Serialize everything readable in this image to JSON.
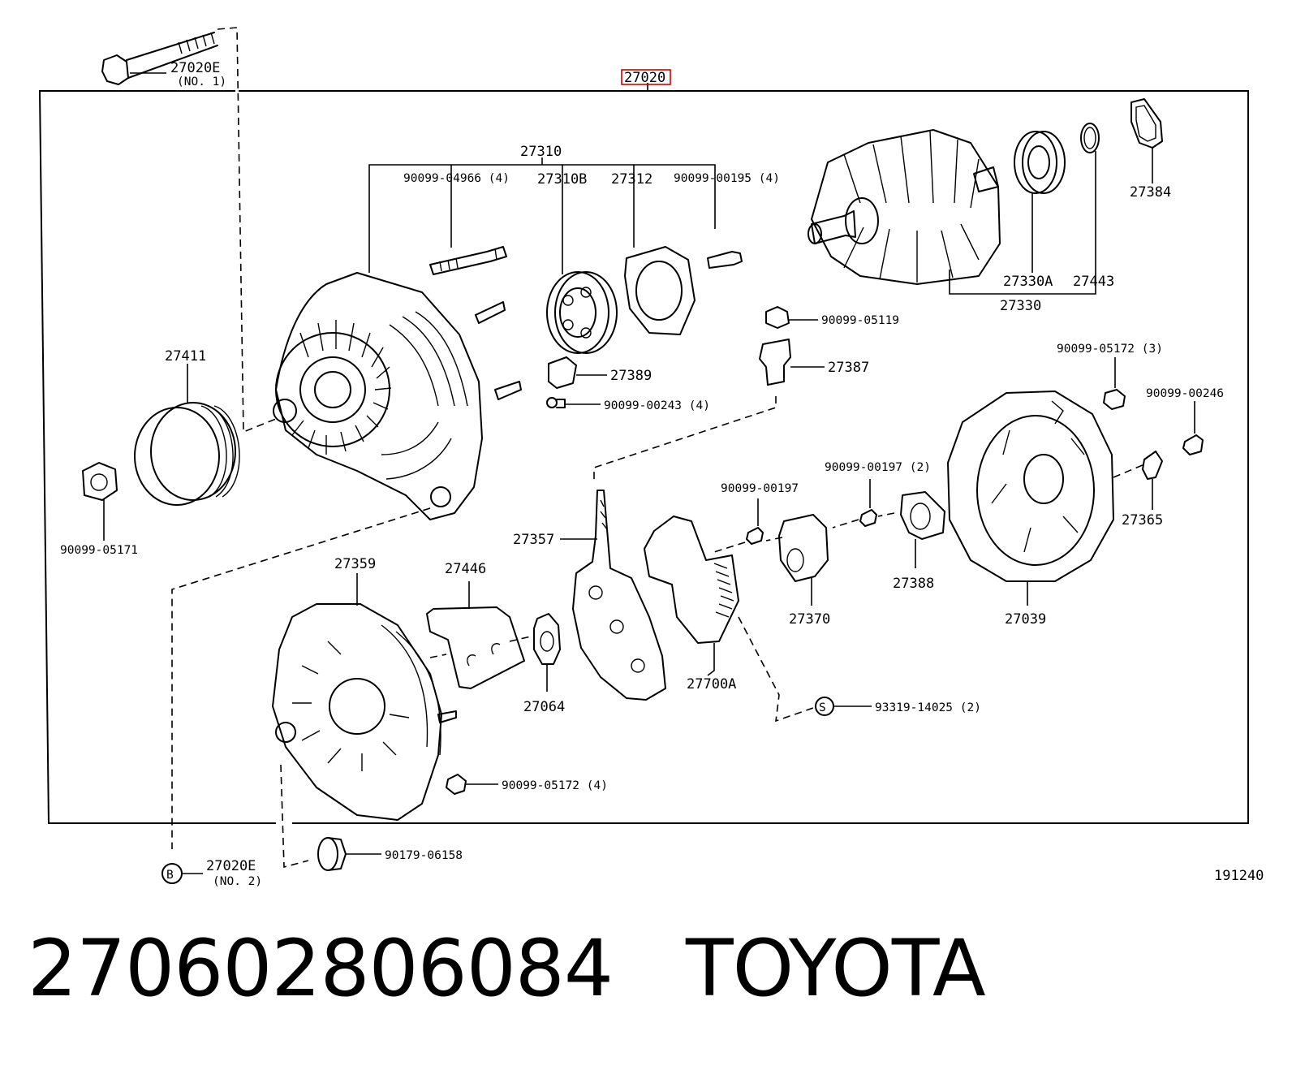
{
  "assembly": {
    "main_part": "27020"
  },
  "diagram_code": "191240",
  "callouts": {
    "bolt_no1": {
      "part": "27020E",
      "note": "(NO. 1)"
    },
    "bolt_no2": {
      "marker": "B",
      "part": "27020E",
      "note": "(NO. 2)"
    },
    "frame_group": "27310",
    "stud_bolt": "90099-04966 (4)",
    "bearing_front": "27310B",
    "retainer": "27312",
    "screw_top": "90099-00195 (4)",
    "pulley": "27411",
    "pulley_nut": "90099-05171",
    "terminal_insulator": "27389",
    "screw_insulator": "90099-00243 (4)",
    "terminal_nut": "90099-05119",
    "terminal_bush": "27387",
    "rotor": "27330",
    "rotor_bearing": "27330A",
    "rotor_ring": "27443",
    "bearing_cover": "27384",
    "nut_rear": "90099-05172 (3)",
    "screw_rear": "90099-00246",
    "rear_frame": "27039",
    "terminal_clip": "27365",
    "brush_holder_cover": "27388",
    "screw_right": "90099-00197 (2)",
    "screw_center": "90099-00197",
    "brush_holder": "27370",
    "rectifier_lead": "27357",
    "regulator": "27700A",
    "screw_s": {
      "marker": "S",
      "part": "93319-14025 (2)"
    },
    "washer": "27064",
    "plate": "27446",
    "rear_end_cover": "27359",
    "nut_cover": "90099-05172 (4)",
    "bush": "90179-06158"
  },
  "caption": {
    "part_number": "27060280608",
    "digit": "4",
    "brand": "TOYOTA"
  }
}
